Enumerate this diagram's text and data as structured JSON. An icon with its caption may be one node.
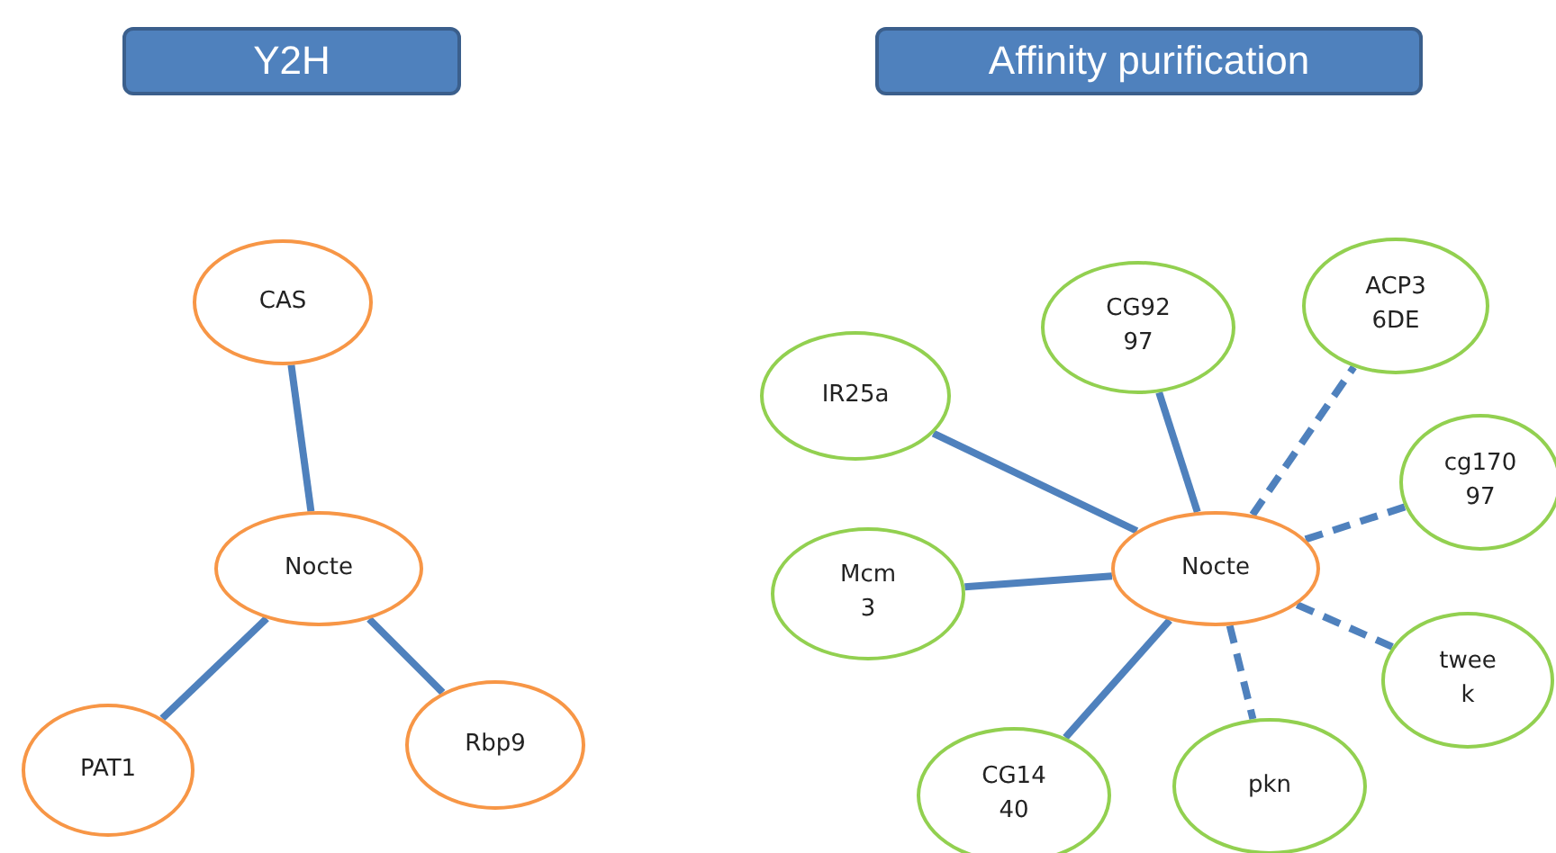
{
  "diagram": {
    "nodes": [
      {
        "text": [
          "Y2H"
        ]
      },
      {
        "text": [
          "Affinity purification"
        ]
      },
      {
        "text": [
          "CAS"
        ]
      },
      {
        "text": [
          "Nocte"
        ]
      },
      {
        "text": [
          "PAT1"
        ]
      },
      {
        "text": [
          "Rbp9"
        ]
      },
      {
        "text": [
          "CG92 97"
        ]
      },
      {
        "text": [
          "ACP3 6DE"
        ]
      },
      {
        "text": [
          "IR25a"
        ]
      },
      {
        "text": [
          "cg170 97"
        ]
      },
      {
        "text": [
          "Mcm 3"
        ]
      },
      {
        "text": [
          "Nocte"
        ]
      },
      {
        "text": [
          "twee k"
        ]
      },
      {
        "text": [
          "CG14 40"
        ]
      },
      {
        "text": [
          "pkn"
        ]
      }
    ],
    "edges": [
      {
        "from": 2,
        "to": 3,
        "arrow": "none"
      },
      {
        "from": 3,
        "to": 4,
        "arrow": "none"
      },
      {
        "from": 3,
        "to": 5,
        "arrow": "none"
      },
      {
        "from": 11,
        "to": 6,
        "arrow": "none"
      },
      {
        "from": 11,
        "to": 7,
        "arrow": "none",
        "style": "dashed"
      },
      {
        "from": 11,
        "to": 8,
        "arrow": "none"
      },
      {
        "from": 11,
        "to": 9,
        "arrow": "none",
        "style": "dashed"
      },
      {
        "from": 11,
        "to": 10,
        "arrow": "none"
      },
      {
        "from": 11,
        "to": 12,
        "arrow": "none",
        "style": "dashed"
      },
      {
        "from": 11,
        "to": 13,
        "arrow": "none"
      },
      {
        "from": 11,
        "to": 14,
        "arrow": "none",
        "style": "dashed"
      }
    ]
  }
}
